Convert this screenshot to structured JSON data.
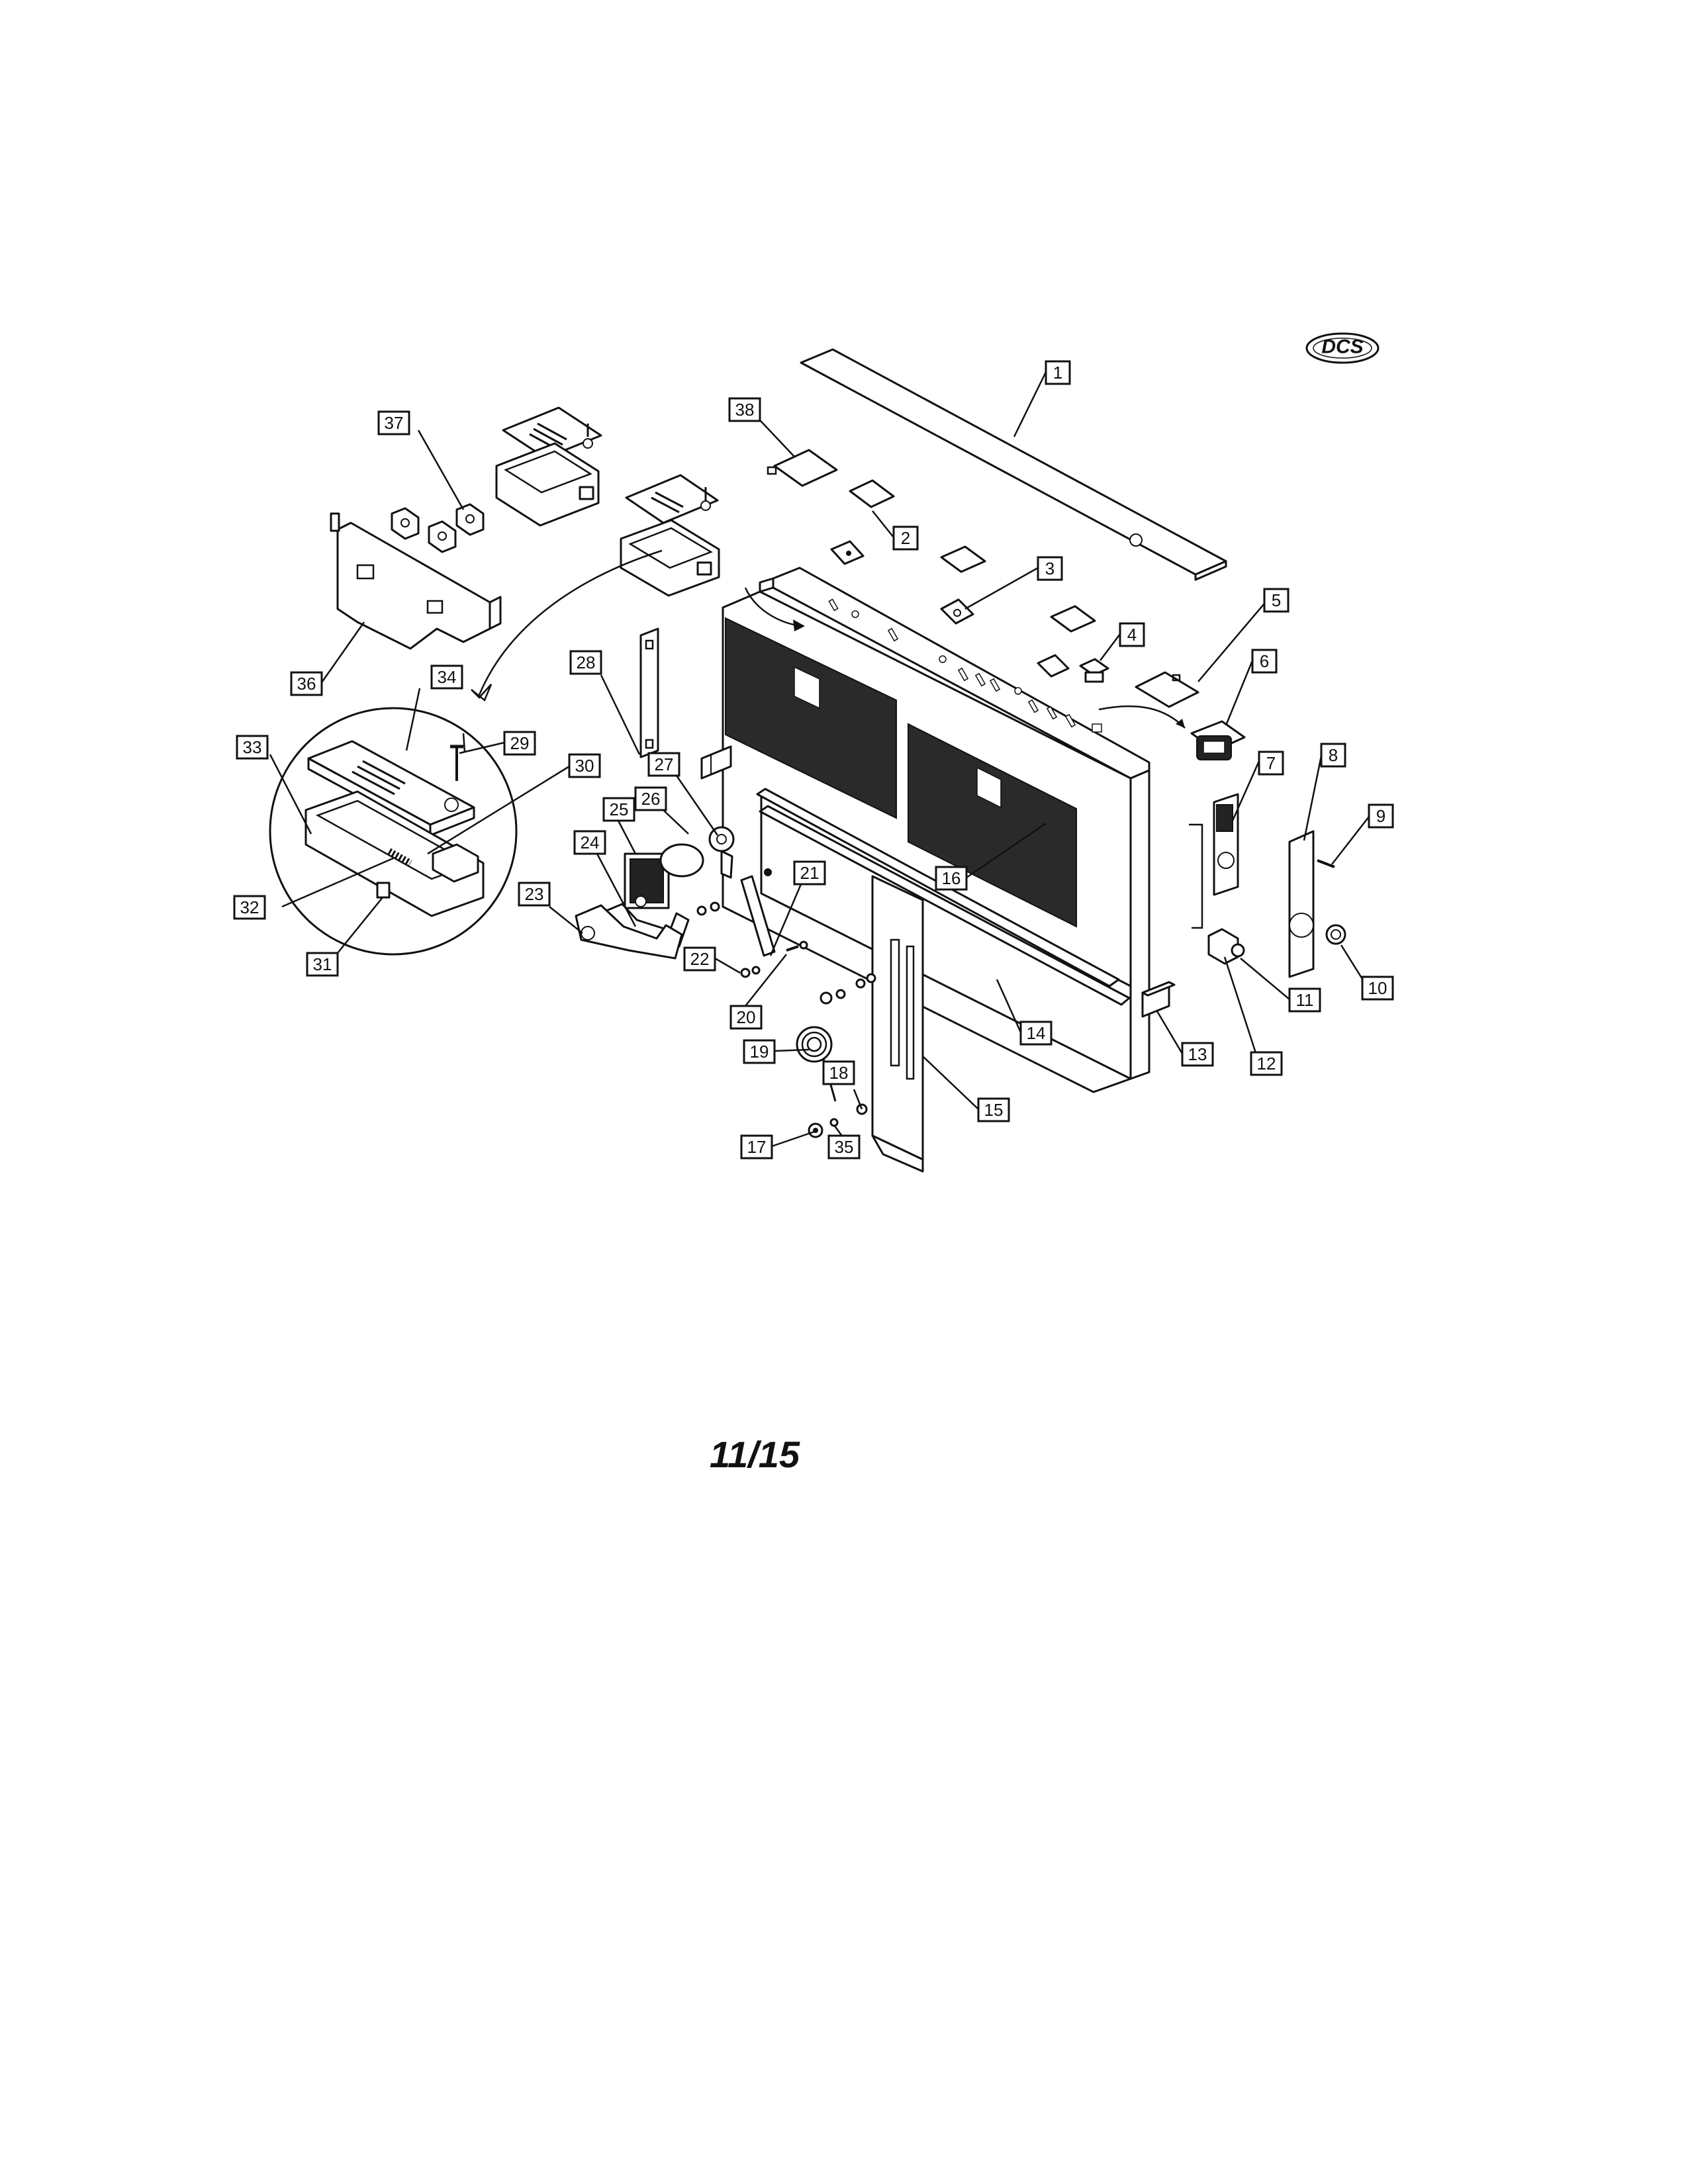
{
  "logo": {
    "text": "DCS"
  },
  "page_number": "11/15",
  "callouts": [
    {
      "id": "callout-1",
      "label": "1"
    },
    {
      "id": "callout-2",
      "label": "2"
    },
    {
      "id": "callout-3",
      "label": "3"
    },
    {
      "id": "callout-4",
      "label": "4"
    },
    {
      "id": "callout-5",
      "label": "5"
    },
    {
      "id": "callout-6",
      "label": "6"
    },
    {
      "id": "callout-7",
      "label": "7"
    },
    {
      "id": "callout-8",
      "label": "8"
    },
    {
      "id": "callout-9",
      "label": "9"
    },
    {
      "id": "callout-10",
      "label": "10"
    },
    {
      "id": "callout-11",
      "label": "11"
    },
    {
      "id": "callout-12",
      "label": "12"
    },
    {
      "id": "callout-13",
      "label": "13"
    },
    {
      "id": "callout-14",
      "label": "14"
    },
    {
      "id": "callout-15",
      "label": "15"
    },
    {
      "id": "callout-16",
      "label": "16"
    },
    {
      "id": "callout-17",
      "label": "17"
    },
    {
      "id": "callout-18",
      "label": "18"
    },
    {
      "id": "callout-19",
      "label": "19"
    },
    {
      "id": "callout-20",
      "label": "20"
    },
    {
      "id": "callout-21",
      "label": "21"
    },
    {
      "id": "callout-22",
      "label": "22"
    },
    {
      "id": "callout-23",
      "label": "23"
    },
    {
      "id": "callout-24",
      "label": "24"
    },
    {
      "id": "callout-25",
      "label": "25"
    },
    {
      "id": "callout-26",
      "label": "26"
    },
    {
      "id": "callout-27",
      "label": "27"
    },
    {
      "id": "callout-28",
      "label": "28"
    },
    {
      "id": "callout-29",
      "label": "29"
    },
    {
      "id": "callout-30",
      "label": "30"
    },
    {
      "id": "callout-31",
      "label": "31"
    },
    {
      "id": "callout-32",
      "label": "32"
    },
    {
      "id": "callout-33",
      "label": "33"
    },
    {
      "id": "callout-34",
      "label": "34"
    },
    {
      "id": "callout-35",
      "label": "35"
    },
    {
      "id": "callout-36",
      "label": "36"
    },
    {
      "id": "callout-37",
      "label": "37"
    },
    {
      "id": "callout-38",
      "label": "38"
    }
  ]
}
